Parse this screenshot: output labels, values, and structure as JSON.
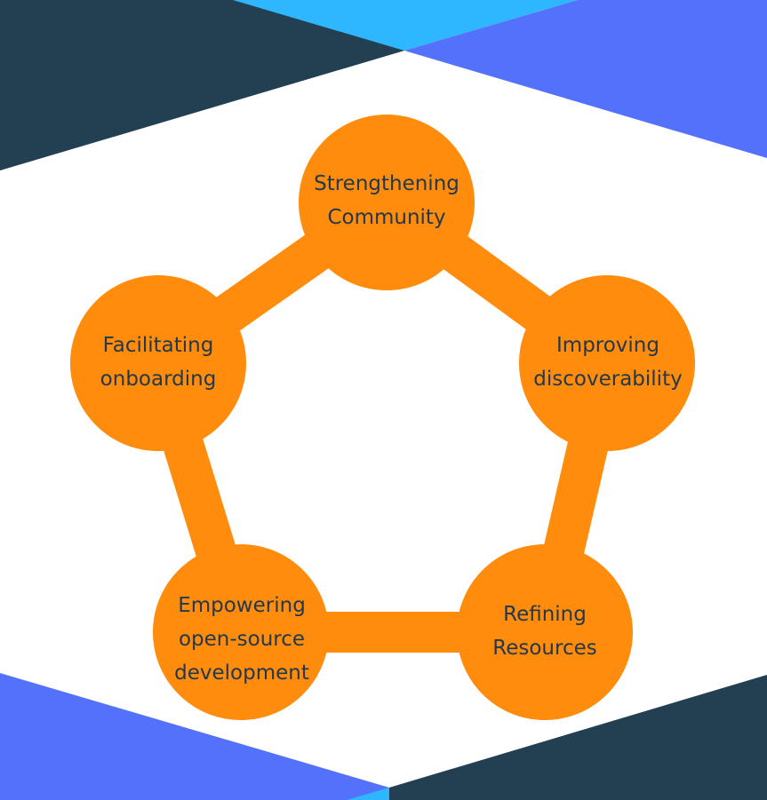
{
  "colors": {
    "dark": "#233f52",
    "blue": "#5471fc",
    "cyan": "#2eb6ff",
    "orange": "#ff8c0c",
    "text": "#24384a",
    "background": "#ffffff"
  },
  "diagram": {
    "nodes": [
      {
        "id": "strengthening-community",
        "lines": [
          "Strengthening",
          "Community"
        ]
      },
      {
        "id": "improving-discoverability",
        "lines": [
          "Improving",
          "discoverability"
        ]
      },
      {
        "id": "refining-resources",
        "lines": [
          "Refining",
          "Resources"
        ]
      },
      {
        "id": "empowering-open-source-development",
        "lines": [
          "Empowering",
          "open-source",
          "development"
        ]
      },
      {
        "id": "facilitating-onboarding",
        "lines": [
          "Facilitating",
          "onboarding"
        ]
      }
    ],
    "edges": [
      [
        "strengthening-community",
        "improving-discoverability"
      ],
      [
        "improving-discoverability",
        "refining-resources"
      ],
      [
        "refining-resources",
        "empowering-open-source-development"
      ],
      [
        "empowering-open-source-development",
        "facilitating-onboarding"
      ],
      [
        "facilitating-onboarding",
        "strengthening-community"
      ]
    ]
  }
}
